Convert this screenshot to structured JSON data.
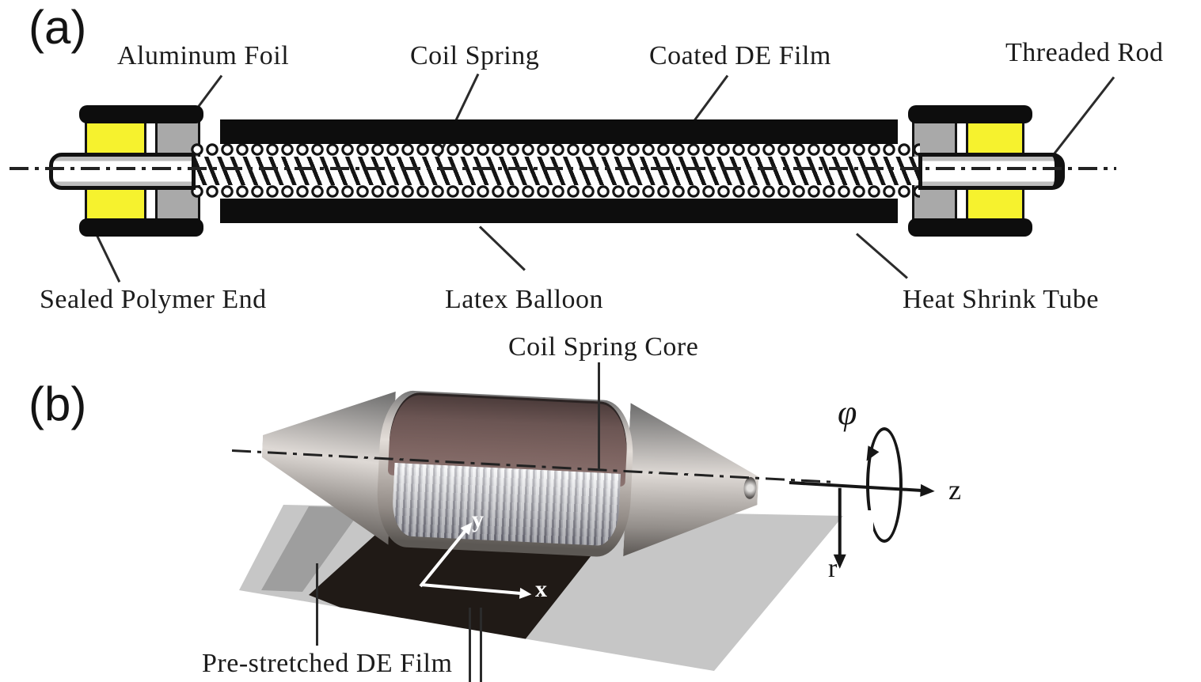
{
  "figure_labels": {
    "panel_a_tag": "(a)",
    "panel_b_tag": "(b)",
    "aluminum_foil": "Aluminum Foil",
    "coil_spring": "Coil Spring",
    "coated_de_film": "Coated DE Film",
    "threaded_rod": "Threaded Rod",
    "sealed_polymer_end": "Sealed Polymer End",
    "latex_balloon": "Latex Balloon",
    "heat_shrink_tube": "Heat Shrink Tube",
    "coil_spring_core": "Coil Spring Core",
    "pre_stretched_de_film": "Pre-stretched DE Film"
  },
  "axes": {
    "x": "x",
    "y": "y",
    "z": "z",
    "r": "r",
    "phi": "φ"
  },
  "colors": {
    "background": "#ffffff",
    "sealed_polymer_yellow": "#f6f22e",
    "aluminum_foil_gray": "#a9a9a9",
    "de_film_black": "#0d0d0d",
    "pre_stretched_film_gray": "#c6c6c6",
    "passive_region_black": "#201a16",
    "spindle_maroon": "#7a615e",
    "spindle_silver": "#bcb6b2"
  }
}
